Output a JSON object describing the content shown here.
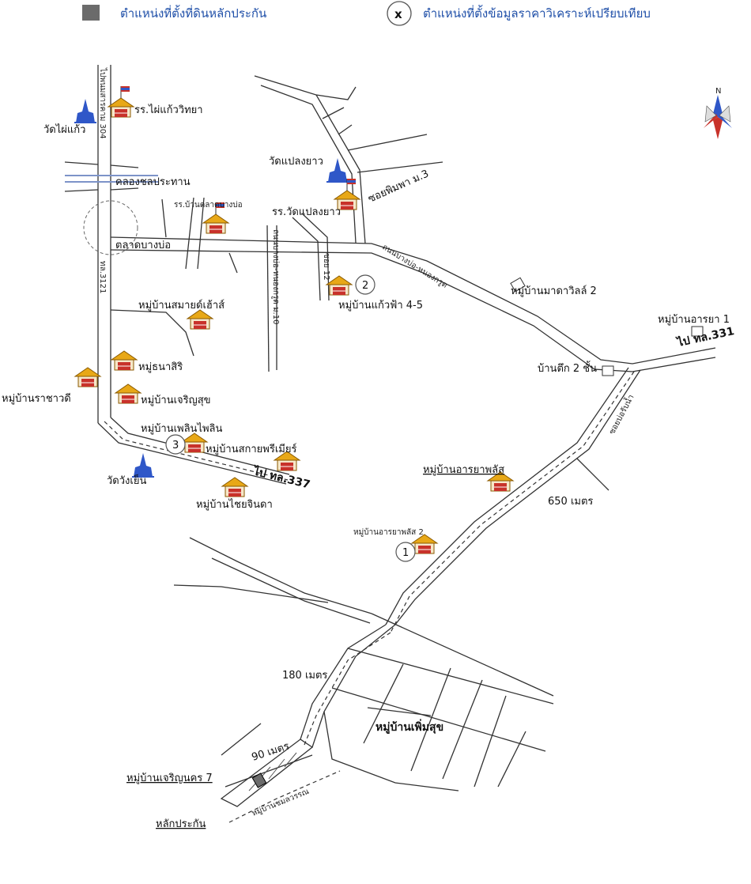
{
  "legend": {
    "collateral_label": "ตำแหน่งที่ตั้งที่ดินหลักประกัน",
    "comparable_marker": "x",
    "comparable_label": "ตำแหน่งที่ตั้งข้อมูลราคาวิเคราะห์เปรียบเทียบ",
    "text_color": "#1f4fa8",
    "swatch_color": "#6b6b6b"
  },
  "compass": {
    "north": "N"
  },
  "roads": {
    "road_304": "ไปพนมสารคาม 304",
    "road_3121": "ทล.3121",
    "road_331_top": "ไป ทล.331",
    "road_337": "ไป ทล.337",
    "bangbo_nongkrok": "ถนนบางบ่อ-หนองกรูด",
    "phenjasang_10": "ถนนบางบ่อ-หนองกรูด ม.10",
    "soi_12": "ซอย 12",
    "soi_phimpha": "ซอยพิมพา ม.3",
    "soi_right": "ซอยบ่อรับน้ำ"
  },
  "places": {
    "wat_phaikaew": "วัดไผ่แก้ว",
    "school_phaikaew": "รร.ไผ่แก้ววิทยา",
    "khlong": "คลองชลประทาน",
    "school_bangbo": "รร.บ้านตลาดบางบ่อ",
    "talat_bangbo": "ตลาดบางบ่อ",
    "wat_plaengyao": "วัดแปลงยาว",
    "school_plaengyao": "รร.วัดแปลงยาว",
    "samai_house": "หมู่บ้านสมายด์เฮ้าส์",
    "kaewfa": "หมู่บ้านแก้วฟ้า 4-5",
    "mada_villa": "หมู่บ้านมาดาวิลล์ 2",
    "araya_1": "หมู่บ้านอารยา 1",
    "thanasiri": "หมู่ธนาสิริ",
    "rachawadi": "หมู่บ้านราชาวดี",
    "charoensuk": "หมู่บ้านเจริญสุข",
    "baan_tuek": "บ้านตึก 2 ชั้น",
    "ploenploen": "หมู่บ้านเพลินไพลิน",
    "sakay": "หมู่บ้านสกายพรีเมียร์",
    "wat_wangyen": "วัดวังเย็น",
    "chaicinda": "หมู่บ้านไชยจินดา",
    "araya_palace": "หมู่บ้านอารยาพลัส",
    "araya_palace_2": "หมู่บ้านอารยาพลัส 2",
    "phoemsuk": "หมู่บ้านเพิ่มสุข",
    "charoen_nakhon": "หมู่บ้านเจริญนคร 7",
    "wannarat": "หมู่บ้านชมลวรรณ",
    "collateral": "หลักประกัน"
  },
  "distances": {
    "d650": "650 เมตร",
    "d180": "180 เมตร",
    "d90": "90 เมตร"
  },
  "markers": [
    "1",
    "2",
    "3"
  ]
}
